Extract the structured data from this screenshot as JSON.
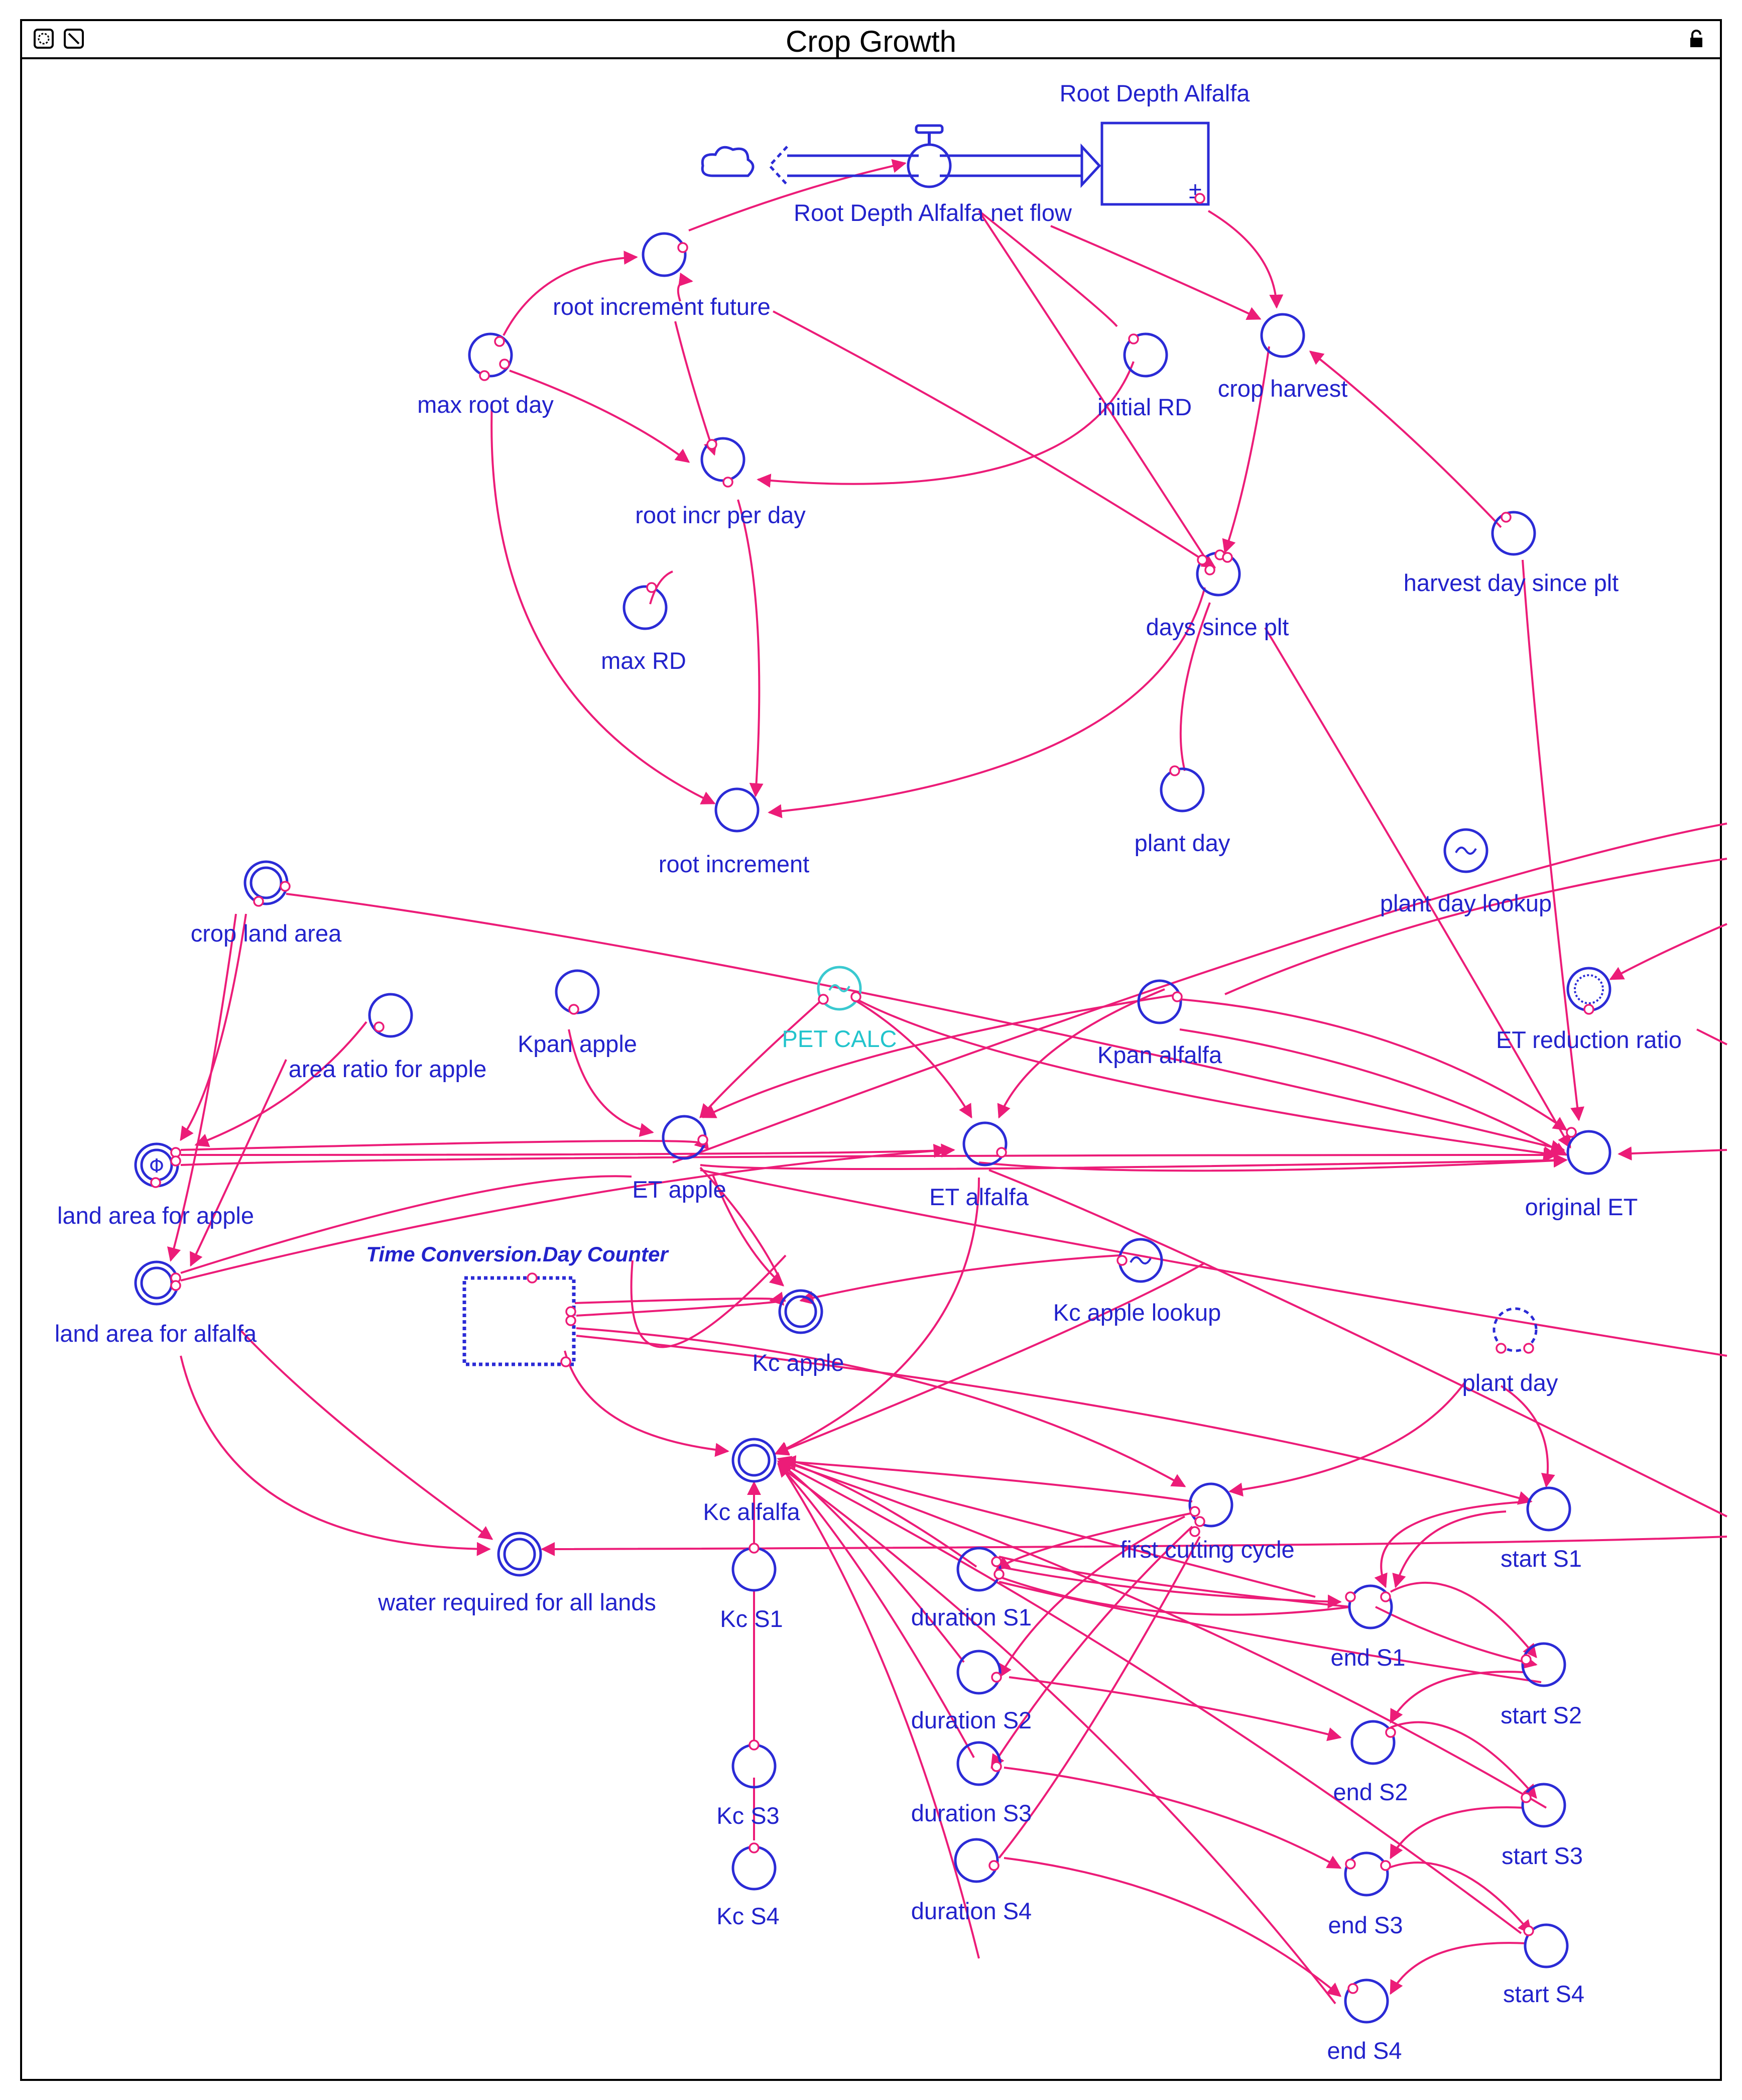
{
  "window": {
    "title": "Crop Growth"
  },
  "colors": {
    "node": "#2b2bd6",
    "link": "#ec1c78",
    "label": "#2222cc",
    "pet": "#22c4cc"
  },
  "icons": {
    "left_buttons": [
      "settings-icon",
      "collapse-icon"
    ],
    "right_button": "lock-icon"
  },
  "diagram": {
    "stock": {
      "label": "Root Depth Alfalfa",
      "sign": "±"
    },
    "flow": {
      "label": "Root Depth Alfalfa net flow"
    },
    "ghost": {
      "label": "Time Conversion.Day Counter"
    },
    "nodes": {
      "root_increment_future": "root increment future",
      "max_root_day": "max root day",
      "root_incr_per_day": "root incr per day",
      "max_rd": "max RD",
      "initial_rd": "initial RD",
      "crop_harvest": "crop harvest",
      "harvest_day_since_plt": "harvest day since plt",
      "days_since_plt": "days since plt",
      "plant_day": "plant day",
      "root_increment": "root increment",
      "plant_day_lookup": "plant day lookup",
      "crop_land_area": "crop land area",
      "area_ratio_for_apple": "area ratio for apple",
      "kpan_apple": "Kpan apple",
      "pet_calc": "PET CALC",
      "kpan_alfalfa": "Kpan alfalfa",
      "et_reduction_ratio": "ET reduction ratio",
      "land_area_for_apple": "land area for apple",
      "et_apple": "ET apple",
      "et_alfalfa": "ET alfalfa",
      "original_et": "original ET",
      "land_area_for_alfalfa": "land area for alfalfa",
      "kc_apple": "Kc apple",
      "kc_apple_lookup": "Kc apple lookup",
      "plant_day_2": "plant day",
      "kc_alfalfa": "Kc alfalfa",
      "first_cutting_cycle": "first cutting cycle",
      "start_s1": "start S1",
      "water_required": "water required for all lands",
      "kc_s1": "Kc S1",
      "duration_s1": "duration S1",
      "end_s1": "end S1",
      "start_s2": "start S2",
      "duration_s2": "duration S2",
      "end_s2": "end S2",
      "start_s3": "start S3",
      "kc_s3": "Kc S3",
      "duration_s3": "duration S3",
      "end_s3": "end S3",
      "kc_s4": "Kc S4",
      "duration_s4": "duration S4",
      "start_s4": "start S4",
      "end_s4": "end S4"
    }
  }
}
